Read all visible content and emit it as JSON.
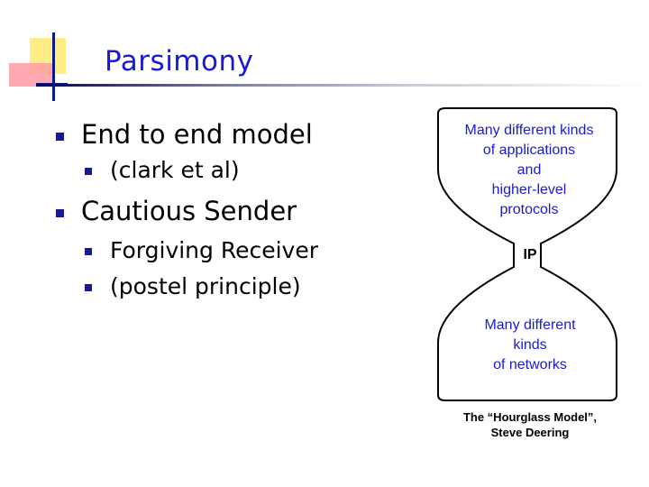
{
  "slide": {
    "title": "Parsimony",
    "bullets": [
      {
        "text": "End to end model",
        "sub": [
          "(clark et al)"
        ]
      },
      {
        "text": "Cautious Sender",
        "sub": [
          "Forgiving Receiver",
          "(postel principle)"
        ]
      }
    ]
  },
  "hourglass": {
    "top_lines": [
      "Many different kinds",
      "of applications",
      "and",
      "higher-level",
      "protocols"
    ],
    "neck_label": "IP",
    "bottom_lines": [
      "Many different",
      "kinds",
      "of networks"
    ],
    "caption_lines": [
      "The “Hourglass Model”,",
      "Steve Deering"
    ]
  },
  "colors": {
    "title": "#1a1ad0",
    "bullet": "#1a1a90",
    "accent_text": "#1a1ad0"
  }
}
